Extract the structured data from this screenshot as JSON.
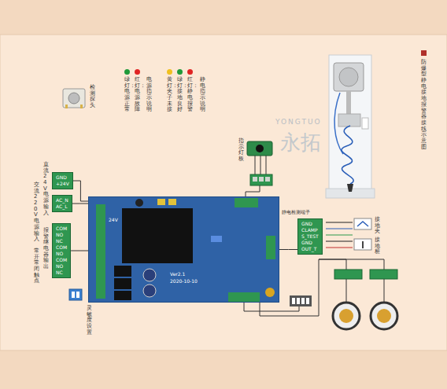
{
  "diagram": {
    "title": "防爆型静电接地报警器接线示意图",
    "nodes": [
      {
        "text": [
          "GND",
          "+24V"
        ]
      },
      {
        "text": [
          "AC_N",
          "AC_L"
        ]
      },
      {
        "text": [
          "COM",
          "NO",
          "NC",
          "COM",
          "NO",
          "COM",
          "NO",
          "NC"
        ]
      },
      {
        "text": [
          "24V",
          "Ver2.1",
          "2020-10-10"
        ]
      },
      {
        "text": [
          "GND",
          "CLAMP",
          "S_TEST",
          "GND",
          "OUT_T"
        ]
      }
    ],
    "edges": [
      {
        "from": 0,
        "to": 3,
        "arrow": "none"
      },
      {
        "from": 1,
        "to": 3,
        "arrow": "none"
      },
      {
        "from": 2,
        "to": 3,
        "arrow": "none"
      },
      {
        "from": 3,
        "to": 4,
        "arrow": "none"
      }
    ],
    "labels": [
      "YONGTUO",
      "永拓",
      "电源指示说明",
      "静电指示说明",
      "直流24V电源输入",
      "交流220V电源输入",
      "报警继电器输出",
      "常开常闭触点",
      "灵敏度设置",
      "静电检测端子",
      "接地夹",
      "接地桩",
      "指示灯板",
      "检测探头"
    ],
    "legend": [
      {
        "text": "绿灯：电源正常",
        "color": "#1f9a3a"
      },
      {
        "text": "红灯：电源故障",
        "color": "#e02424"
      },
      {
        "text": "黄灯：夹子未接",
        "color": "#f0c020"
      },
      {
        "text": "绿灯：接地良好",
        "color": "#1f9a3a"
      },
      {
        "text": "红灯：静电报警",
        "color": "#e02424"
      }
    ]
  }
}
